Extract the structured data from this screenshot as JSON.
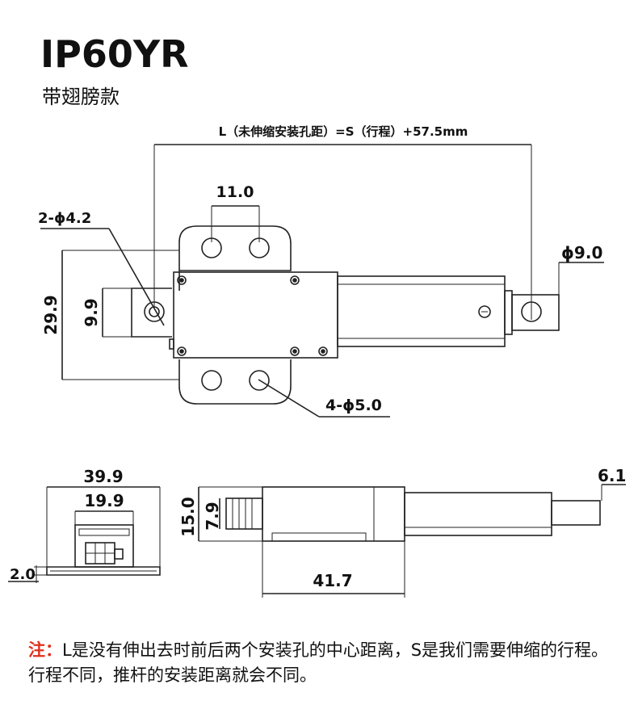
{
  "header": {
    "model": "IP60YR",
    "variant": "带翅膀款"
  },
  "top_view": {
    "length_formula": "L（未伸缩安装孔距）=S（行程）+57.5mm",
    "hole_spacing": "11.0",
    "small_holes": "2-ϕ4.2",
    "rod_end_hole": "ϕ9.0",
    "overall_height": "29.9",
    "rear_lug_height": "9.9",
    "wing_holes": "4-ϕ5.0"
  },
  "end_view": {
    "width_outer": "39.9",
    "width_inner": "19.9",
    "base_thickness": "2.0"
  },
  "side_view": {
    "height": "15.0",
    "lug_height": "7.9",
    "rod_offset": "6.1",
    "body_length": "41.7"
  },
  "note": {
    "label": "注：",
    "text": "L是没有伸出去时前后两个安装孔的中心距离，S是我们需要伸缩的行程。行程不同，推杆的安装距离就会不同。"
  },
  "colors": {
    "line": "#222222",
    "note_label": "#e0301e"
  }
}
